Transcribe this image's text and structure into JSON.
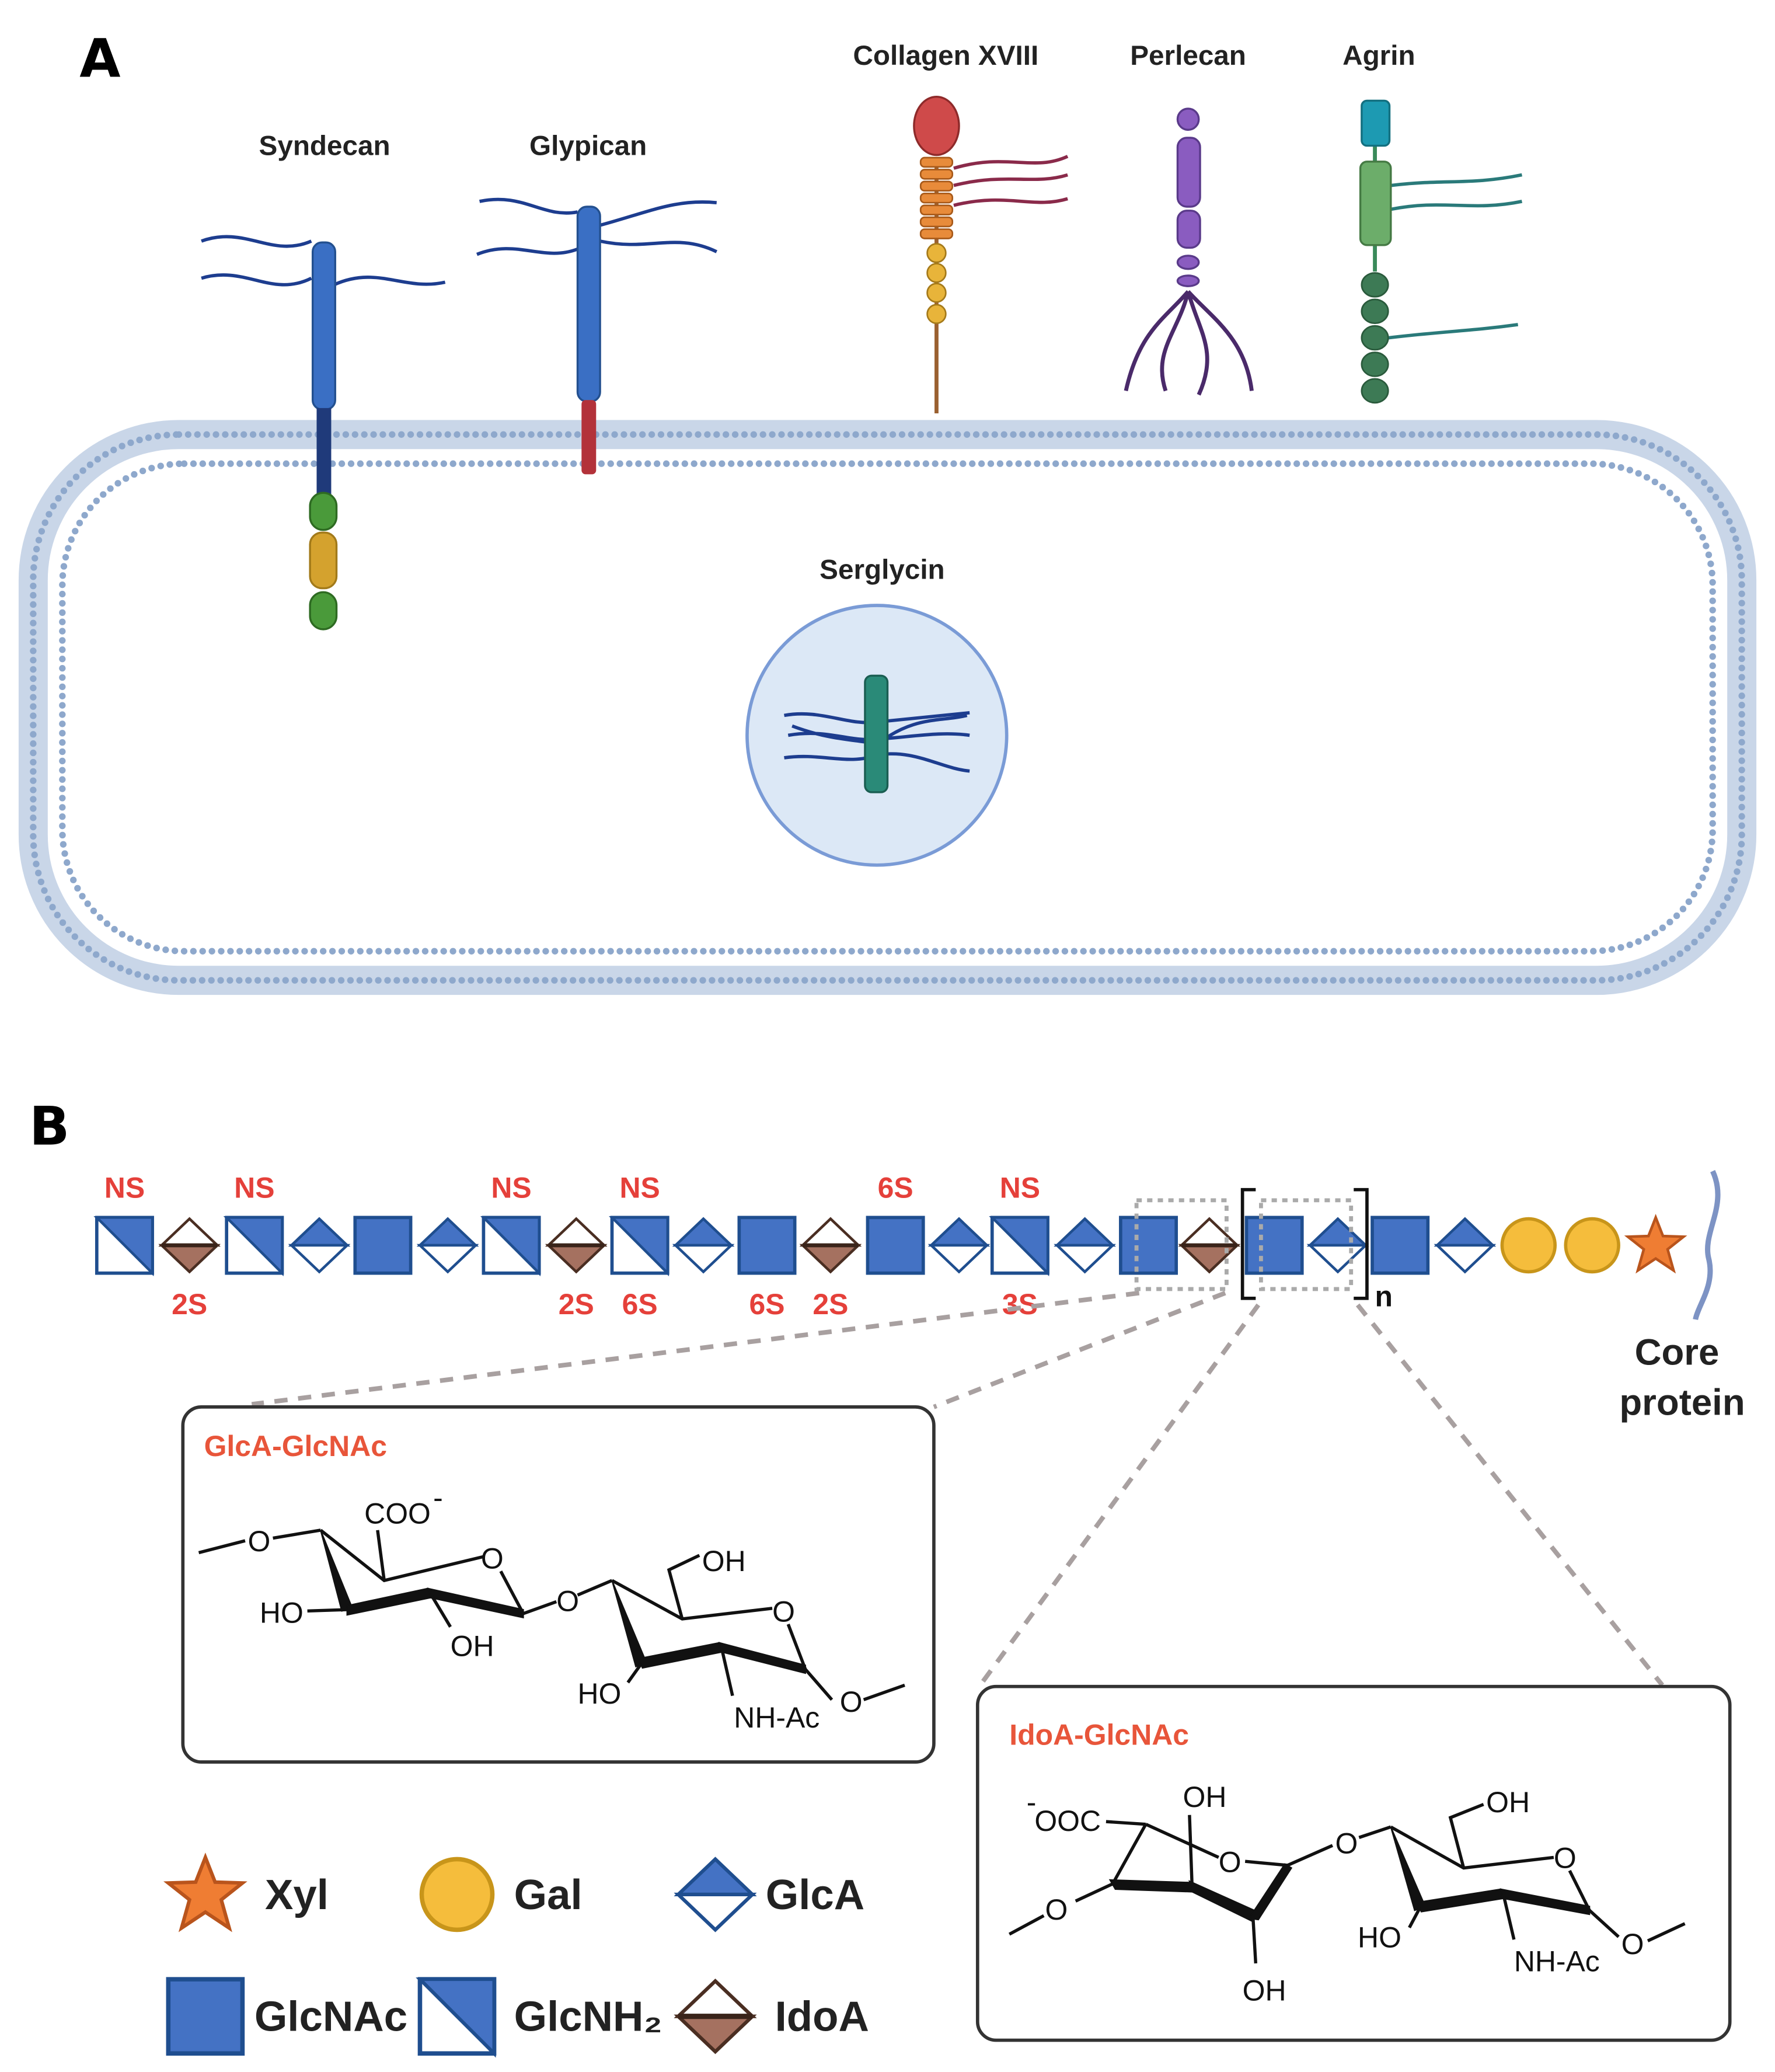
{
  "panel_a": {
    "letter": "A",
    "proteoglycans": {
      "syndecan": "Syndecan",
      "glypican": "Glypican",
      "collagen_xviii": "Collagen XVIII",
      "perlecan": "Perlecan",
      "agrin": "Agrin",
      "serglycin": "Serglycin"
    }
  },
  "panel_b": {
    "letter": "B",
    "chain": [
      {
        "type": "GlcNH2",
        "top": "NS",
        "bottom": ""
      },
      {
        "type": "IdoA",
        "top": "",
        "bottom": "2S"
      },
      {
        "type": "GlcNH2",
        "top": "NS",
        "bottom": ""
      },
      {
        "type": "GlcA",
        "top": "",
        "bottom": ""
      },
      {
        "type": "GlcNAc",
        "top": "",
        "bottom": ""
      },
      {
        "type": "GlcA",
        "top": "",
        "bottom": ""
      },
      {
        "type": "GlcNH2",
        "top": "NS",
        "bottom": ""
      },
      {
        "type": "IdoA",
        "top": "",
        "bottom": "2S"
      },
      {
        "type": "GlcNH2",
        "top": "NS",
        "bottom": "6S"
      },
      {
        "type": "GlcA",
        "top": "",
        "bottom": ""
      },
      {
        "type": "GlcNAc",
        "top": "",
        "bottom": "6S"
      },
      {
        "type": "IdoA",
        "top": "",
        "bottom": "2S"
      },
      {
        "type": "GlcNAc",
        "top": "6S",
        "bottom": ""
      },
      {
        "type": "GlcA",
        "top": "",
        "bottom": ""
      },
      {
        "type": "GlcNH2",
        "top": "NS",
        "bottom": "3S"
      },
      {
        "type": "GlcA",
        "top": "",
        "bottom": ""
      },
      {
        "type": "GlcNAc",
        "top": "",
        "bottom": ""
      },
      {
        "type": "IdoA",
        "top": "",
        "bottom": ""
      },
      {
        "type": "GlcNAc",
        "top": "",
        "bottom": ""
      },
      {
        "type": "GlcA",
        "top": "",
        "bottom": ""
      },
      {
        "type": "GlcNAc",
        "top": "",
        "bottom": ""
      },
      {
        "type": "GlcA",
        "top": "",
        "bottom": ""
      },
      {
        "type": "Gal",
        "top": "",
        "bottom": ""
      },
      {
        "type": "Gal",
        "top": "",
        "bottom": ""
      },
      {
        "type": "Xyl",
        "top": "",
        "bottom": ""
      }
    ],
    "repeat_label": "n",
    "core_protein": {
      "line1": "Core",
      "line2": "protein"
    },
    "box_glca": {
      "title": "GlcA-GlcNAc",
      "atoms": {
        "o_left": "O",
        "coo": "COO",
        "coo_charge": "-",
        "ring_o1": "O",
        "ho1": "HO",
        "oh1": "OH",
        "o_link": "O",
        "oh_ch2": "OH",
        "ring_o2": "O",
        "ho2": "HO",
        "nhac": "NH-Ac",
        "o_right": "O"
      }
    },
    "box_idoa": {
      "title": "IdoA-GlcNAc",
      "atoms": {
        "coo_charge": "-",
        "ooc": "OOC",
        "oh_top": "OH",
        "ring_o1": "O",
        "o_left": "O",
        "oh_bottom": "OH",
        "o_link": "O",
        "oh_ch2": "OH",
        "ring_o2": "O",
        "ho2": "HO",
        "nhac": "NH-Ac",
        "o_right": "O"
      }
    },
    "legend": [
      {
        "symbol": "star",
        "label": "Xyl"
      },
      {
        "symbol": "circle",
        "label": "Gal"
      },
      {
        "symbol": "diamond-blue-top",
        "label": "GlcA"
      },
      {
        "symbol": "square-filled",
        "label": "GlcNAc"
      },
      {
        "symbol": "square-half",
        "label": "GlcNH₂"
      },
      {
        "symbol": "diamond-brown-bottom",
        "label": "IdoA"
      }
    ]
  },
  "colors": {
    "glycan_blue": "#4472c4",
    "glycan_blue_border": "#1f4e8f",
    "idoa_brown": "#a57160",
    "gal_yellow": "#f5bd3c",
    "xyl_orange": "#ef7d33",
    "sulfation_red": "#e5403a",
    "title_orange": "#e8553a",
    "membrane": "#8ea8cc"
  }
}
